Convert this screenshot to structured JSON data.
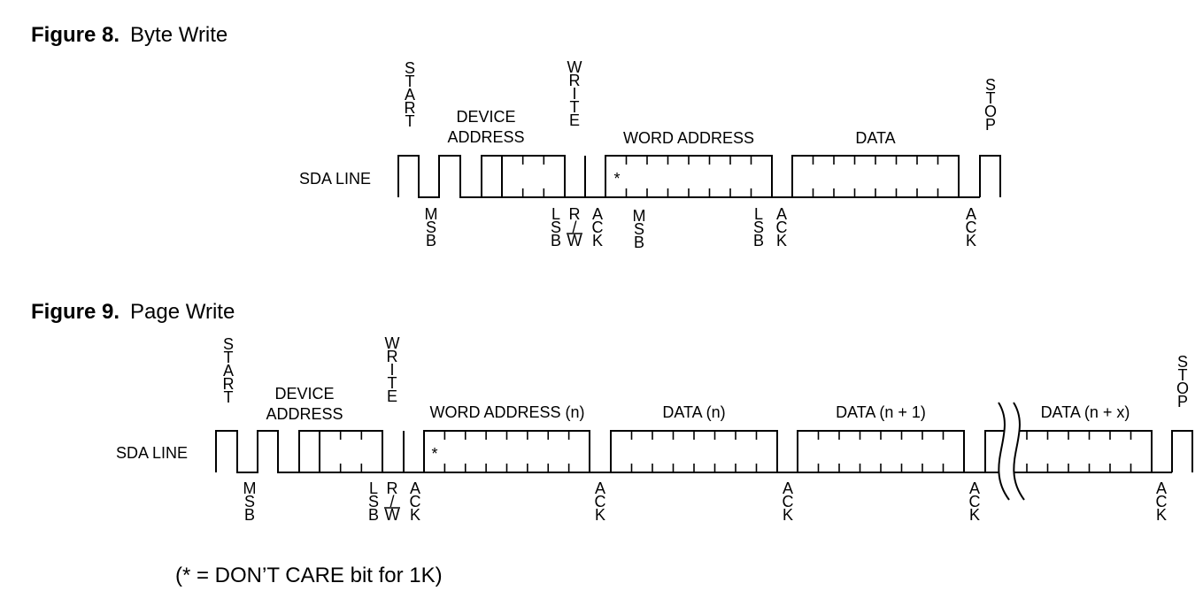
{
  "figure8": {
    "number": "Figure 8.",
    "title": "Byte Write",
    "sda_label": "SDA LINE",
    "start": "START",
    "device_address": [
      "DEVICE",
      "ADDRESS"
    ],
    "write": "WRITE",
    "word_address": "WORD ADDRESS",
    "data": "DATA",
    "stop": "STOP",
    "dont_care_mark": "*",
    "msb": "MSB",
    "lsb": "LSB",
    "rw": [
      "R",
      "/",
      "W"
    ],
    "ack": "ACK"
  },
  "figure9": {
    "number": "Figure 9.",
    "title": "Page Write",
    "sda_label": "SDA LINE",
    "start": "START",
    "device_address": [
      "DEVICE",
      "ADDRESS"
    ],
    "write": "WRITE",
    "word_address": "WORD ADDRESS (n)",
    "data_n": "DATA (n)",
    "data_n1": "DATA (n + 1)",
    "data_nx": "DATA (n + x)",
    "stop": "STOP",
    "dont_care_mark": "*",
    "msb": "MSB",
    "lsb": "LSB",
    "rw": [
      "R",
      "/",
      "W"
    ],
    "ack": "ACK"
  },
  "footnote": "(* = DON’T CARE bit for 1K)"
}
